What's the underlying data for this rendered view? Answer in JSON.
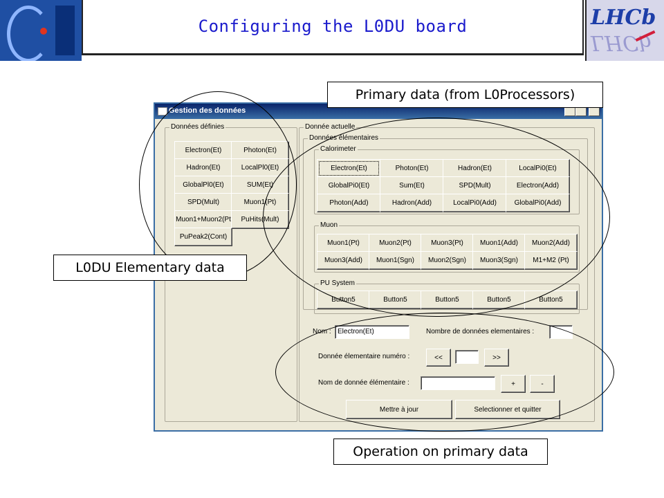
{
  "header": {
    "title": "Configuring the L0DU board",
    "logo_right_top": "LHCb",
    "logo_right_bottom": "LHCb"
  },
  "callouts": {
    "primary": "Primary data (from L0Processors)",
    "elementary": "L0DU Elementary data",
    "operation": "Operation on primary data"
  },
  "window": {
    "title": "Gestion des données"
  },
  "defined": {
    "label": "Données définies",
    "buttons": [
      "Electron(Et)",
      "Photon(Et)",
      "Hadron(Et)",
      "LocalPl0(Et)",
      "GlobalPl0(Et)",
      "SUM(Et)",
      "SPD(Mult)",
      "Muon1(Pt)",
      "Muon1+Muon2(Pt",
      "PuHits(Mult)",
      "PuPeak2(Cont)"
    ]
  },
  "current": {
    "label": "Donnée actuelle",
    "elementary_label": "Données élémentaires",
    "calorimeter": {
      "label": "Calorimeter",
      "buttons": [
        "Electron(Et)",
        "Photon(Et)",
        "Hadron(Et)",
        "LocalPi0(Et)",
        "GlobalPi0(Et)",
        "Sum(Et)",
        "SPD(Mult)",
        "Electron(Add)",
        "Photon(Add)",
        "Hadron(Add)",
        "LocalPi0(Add)",
        "GlobalPi0(Add)"
      ]
    },
    "muon": {
      "label": "Muon",
      "buttons": [
        "Muon1(Pt)",
        "Muon2(Pt)",
        "Muon3(Pt)",
        "Muon1(Add)",
        "Muon2(Add)",
        "Muon3(Add)",
        "Muon1(Sgn)",
        "Muon2(Sgn)",
        "Muon3(Sgn)",
        "M1+M2 (Pt)"
      ]
    },
    "pu": {
      "label": "PU System",
      "buttons": [
        "Button5",
        "Button5",
        "Button5",
        "Button5",
        "Button5"
      ]
    }
  },
  "form": {
    "nom_label": "Nom :",
    "nom_value": "Electron(Et)",
    "count_label": "Nombre de données elementaires :",
    "count_value": "",
    "numero_label": "Donnée élementaire numéro :",
    "prev": "<<",
    "numero_value": "",
    "next": ">>",
    "nom_elem_label": "Nom de donnée élémentaire :",
    "nom_elem_value": "",
    "plus": "+",
    "minus": "-",
    "update": "Mettre à jour",
    "select_quit": "Selectionner et quitter"
  }
}
